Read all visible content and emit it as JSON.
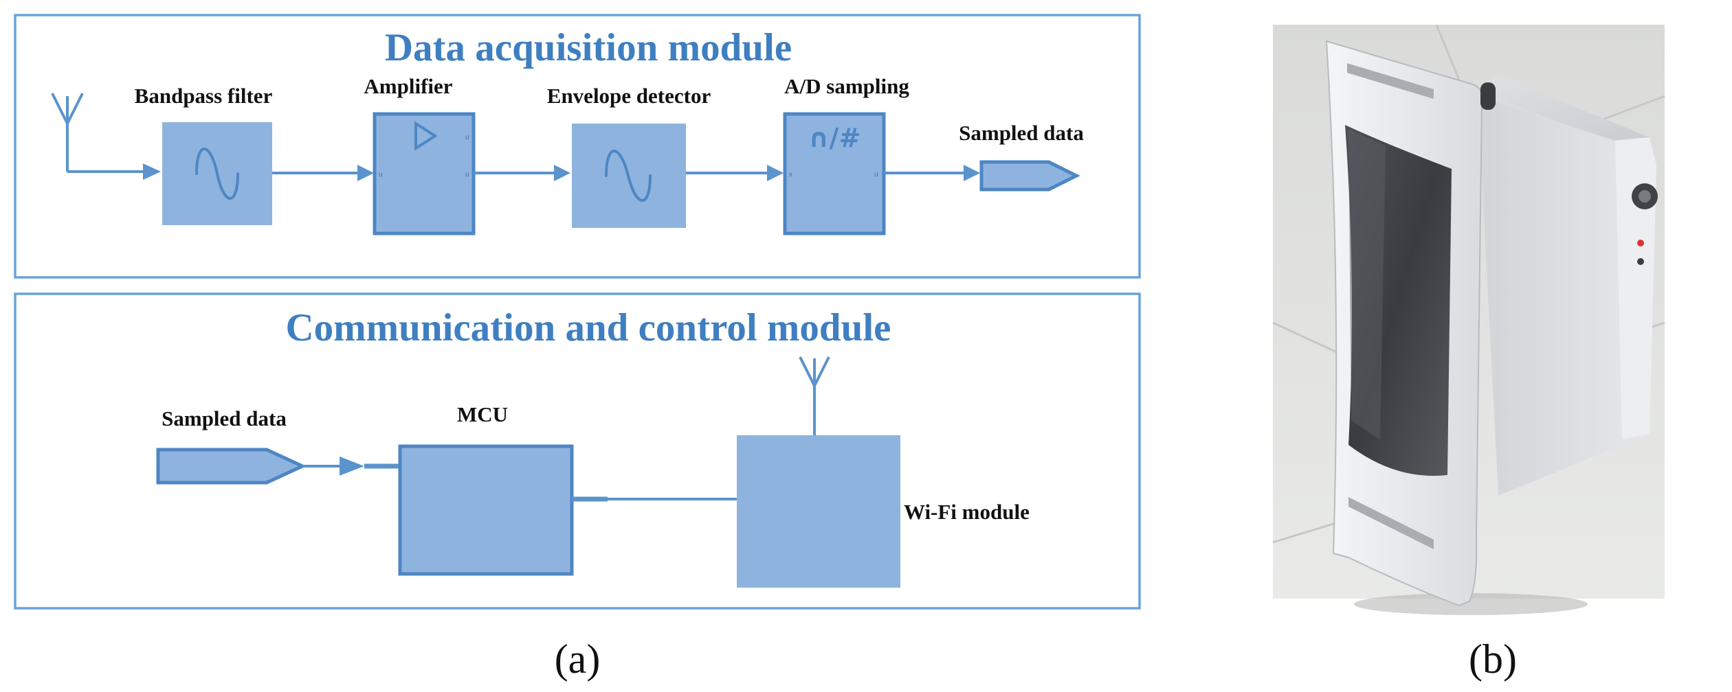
{
  "panel_a": {
    "acquisition": {
      "title": "Data acquisition module",
      "bandpass_label": "Bandpass filter",
      "amplifier_label": "Amplifier",
      "envelope_label": "Envelope detector",
      "ad_label": "A/D sampling",
      "ad_symbol": "∩/#",
      "output_label": "Sampled data"
    },
    "communication": {
      "title": "Communication and control module",
      "input_label": "Sampled data",
      "mcu_label": "MCU",
      "wifi_label": "Wi-Fi module"
    },
    "caption": "(a)"
  },
  "panel_b": {
    "caption": "(b)"
  },
  "colors": {
    "accent": "#3f7fc1",
    "block_fill": "#8fb3df",
    "block_stroke": "#4e86c4",
    "wire": "#5b93cc"
  }
}
